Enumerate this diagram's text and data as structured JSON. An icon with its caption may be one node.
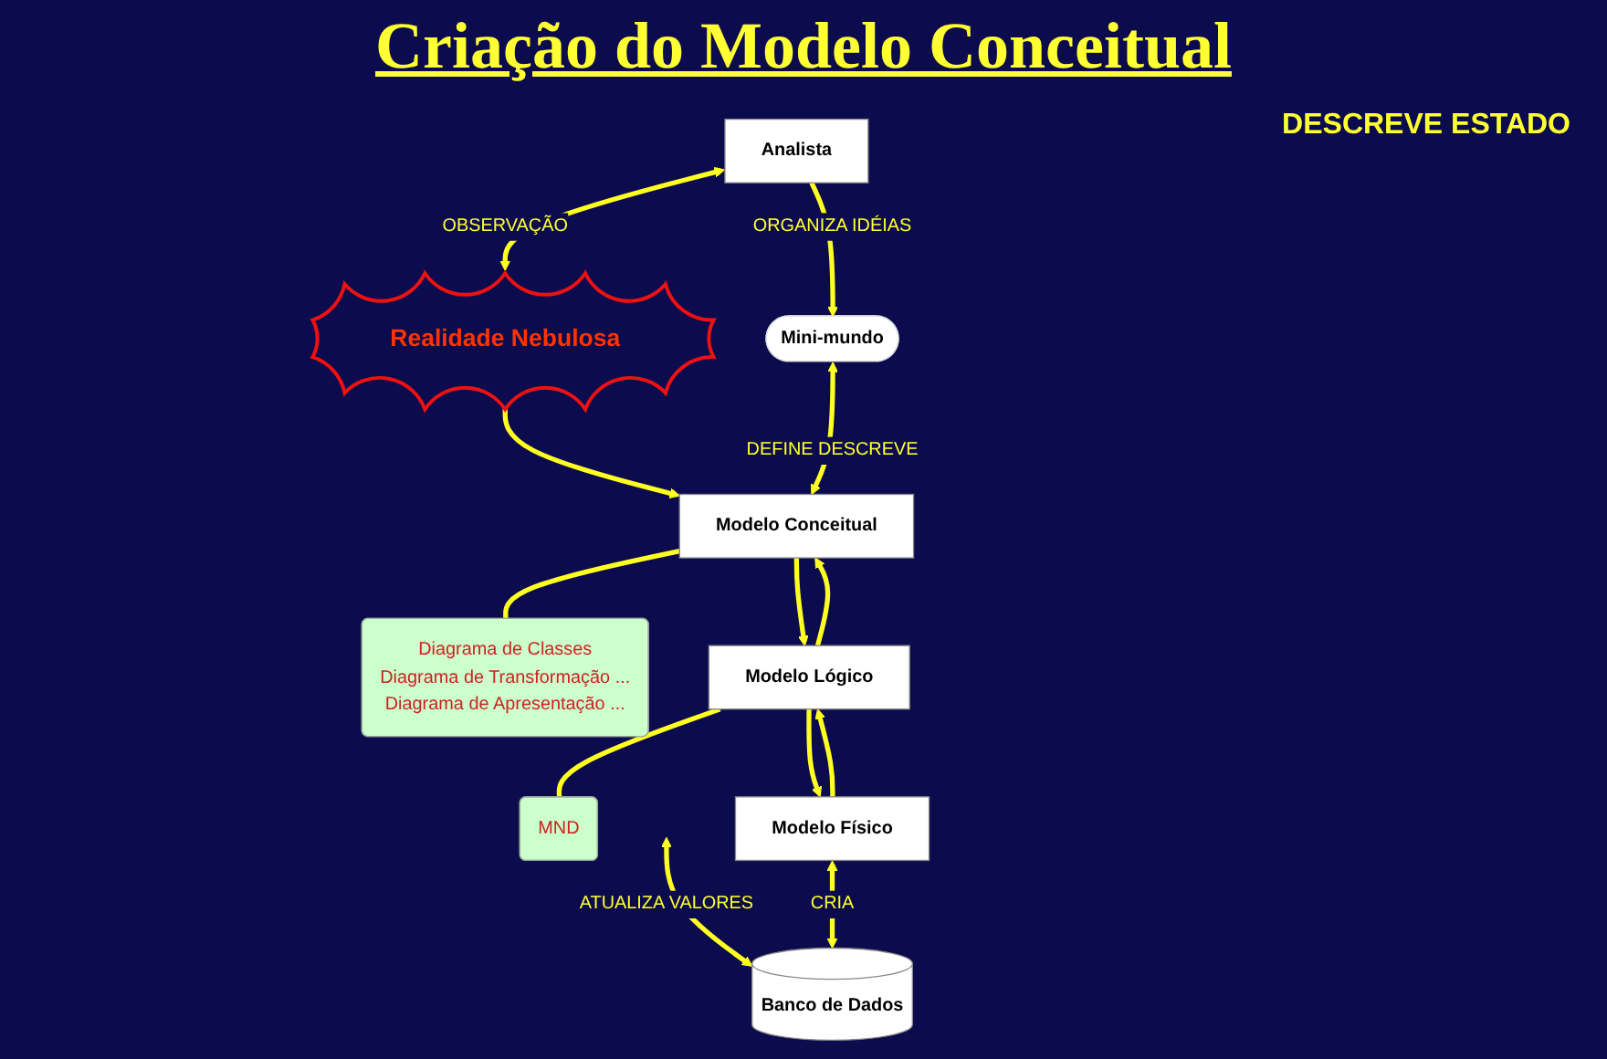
{
  "diagram": {
    "title": "Criação do Modelo Conceitual",
    "nodes": [
      {
        "text": [
          "Realidade Nebulosa"
        ]
      },
      {
        "text": [
          "Analista"
        ]
      },
      {
        "text": [
          "Modelo Conceitual"
        ]
      },
      {
        "text": [
          "Diagrama de Classes",
          "Diagrama de Transformação ...",
          "Diagrama de Apresentação ..."
        ]
      },
      {
        "text": [
          "Mini-mundo"
        ]
      },
      {
        "text": [
          "Modelo Lógico"
        ]
      },
      {
        "text": [
          "MND"
        ]
      },
      {
        "text": [
          "Banco de Dados"
        ]
      },
      {
        "text": [
          "Modelo Físico"
        ]
      }
    ],
    "edges": [
      {
        "from": 1,
        "to": 0,
        "arrow": "both",
        "label": "OBSERVAÇÃO"
      },
      {
        "from": 0,
        "to": 2,
        "arrow": "to"
      },
      {
        "from": 4,
        "to": 2,
        "arrow": "both",
        "label": "DEFINE DESCREVE"
      },
      {
        "from": 1,
        "to": 4,
        "arrow": "to",
        "label": "ORGANIZA IDÉIAS"
      },
      {
        "from": 2,
        "to": 3,
        "arrow": "none"
      },
      {
        "from": 2,
        "to": 5,
        "arrow": "to"
      },
      {
        "from": 5,
        "to": 2,
        "arrow": "to"
      },
      {
        "from": 5,
        "to": 6,
        "arrow": "none"
      },
      {
        "from": 5,
        "to": 8,
        "arrow": "to"
      },
      {
        "from": 8,
        "to": 5,
        "arrow": "to"
      },
      {
        "from": null,
        "to": 7,
        "arrow": "both",
        "label": "ATUALIZA VALORES"
      },
      {
        "from": 8,
        "to": 7,
        "arrow": "both",
        "label": "CRIA"
      }
    ],
    "labels": [
      "DESCREVE ESTADO"
    ]
  }
}
